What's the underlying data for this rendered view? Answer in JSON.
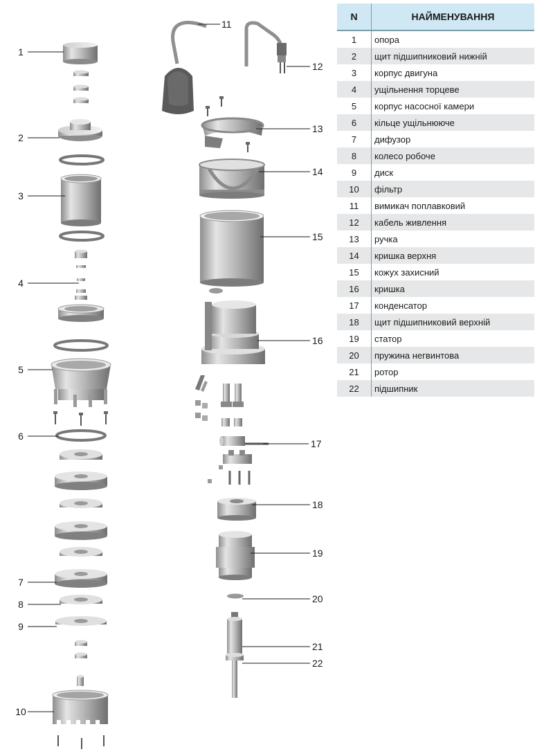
{
  "table": {
    "header": {
      "n": "N",
      "name": "НАЙМЕНУВАННЯ"
    },
    "rows": [
      {
        "n": "1",
        "name": "опора"
      },
      {
        "n": "2",
        "name": "щит підшипниковий нижній"
      },
      {
        "n": "3",
        "name": "корпус двигуна"
      },
      {
        "n": "4",
        "name": "ущільнення торцеве"
      },
      {
        "n": "5",
        "name": "корпус насосної камери"
      },
      {
        "n": "6",
        "name": "кільце ущільнююче"
      },
      {
        "n": "7",
        "name": "дифузор"
      },
      {
        "n": "8",
        "name": "колесо робоче"
      },
      {
        "n": "9",
        "name": "диск"
      },
      {
        "n": "10",
        "name": "фільтр"
      },
      {
        "n": "11",
        "name": "вимикач поплавковий"
      },
      {
        "n": "12",
        "name": "кабель живлення"
      },
      {
        "n": "13",
        "name": "ручка"
      },
      {
        "n": "14",
        "name": "кришка верхня"
      },
      {
        "n": "15",
        "name": "кожух захисний"
      },
      {
        "n": "16",
        "name": "кришка"
      },
      {
        "n": "17",
        "name": "конденсатор"
      },
      {
        "n": "18",
        "name": "щит підшипниковий верхній"
      },
      {
        "n": "19",
        "name": "статор"
      },
      {
        "n": "20",
        "name": "пружина негвинтова"
      },
      {
        "n": "21",
        "name": "ротор"
      },
      {
        "n": "22",
        "name": "підшипник"
      }
    ]
  },
  "callouts": [
    "1",
    "2",
    "3",
    "4",
    "5",
    "6",
    "7",
    "8",
    "9",
    "10",
    "11",
    "12",
    "13",
    "14",
    "15",
    "16",
    "17",
    "18",
    "19",
    "20",
    "21",
    "22"
  ],
  "colors": {
    "table_header_bg": "#cfe8f3",
    "row_shade": "#e6e7e8",
    "metal_light": "#e4e4e4",
    "metal_dark": "#8e8e8e",
    "float_switch": "#555555"
  }
}
